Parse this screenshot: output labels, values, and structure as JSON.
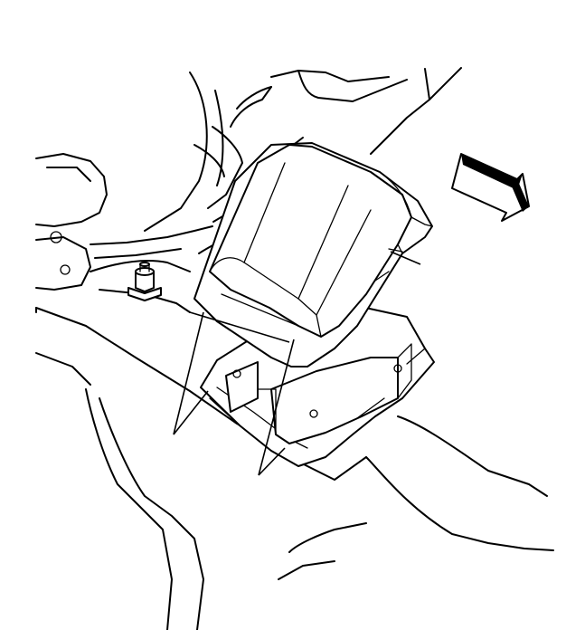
{
  "figure": {
    "kind": "line-drawing",
    "subject": "cover-over-module-assembly",
    "arrow_direction": "down-right",
    "line_color": "#000000",
    "background_color": "#ffffff"
  },
  "callouts": [
    {
      "id": "leader-upper-left",
      "target": "cover-left-edge"
    },
    {
      "id": "leader-lower-left",
      "target": "module-tray-left"
    },
    {
      "id": "leader-right",
      "target": "cover-right-clip"
    },
    {
      "id": "leader-bottom",
      "target": "module-tray-front"
    }
  ]
}
